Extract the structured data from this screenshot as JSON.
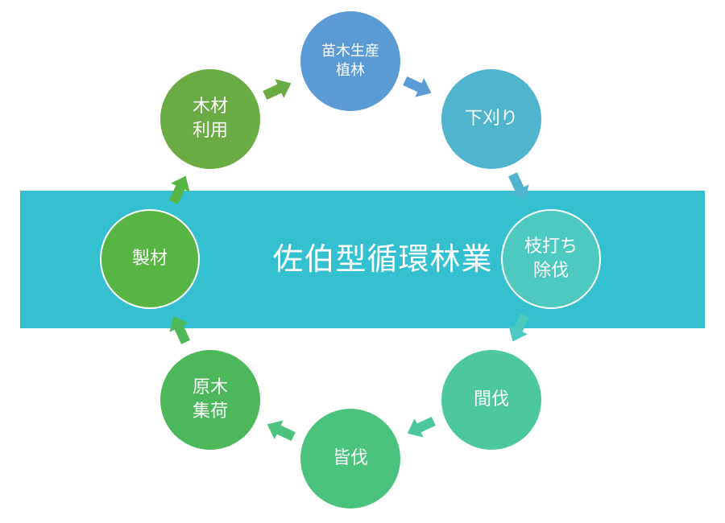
{
  "diagram": {
    "center_title": "佐伯型循環林業",
    "band_color": "#34c0d1",
    "nodes": [
      {
        "label": "苗木生産\n植林",
        "color": "#5b9bd5"
      },
      {
        "label": "下刈り",
        "color": "#50b4ce"
      },
      {
        "label": "枝打ち\n除伐",
        "color": "#4ec9bf"
      },
      {
        "label": "間伐",
        "color": "#4dc7a0"
      },
      {
        "label": "皆伐",
        "color": "#4cc27f"
      },
      {
        "label": "原木\n集荷",
        "color": "#4db85a"
      },
      {
        "label": "製材",
        "color": "#57b544"
      },
      {
        "label": "木材\n利用",
        "color": "#6aac44"
      }
    ],
    "arrows": [
      {
        "color": "#5b9bd5",
        "icon": "arrow-right-icon"
      },
      {
        "color": "#50b4ce",
        "icon": "arrow-right-icon"
      },
      {
        "color": "#4ec9bf",
        "icon": "arrow-right-icon"
      },
      {
        "color": "#4dc7a0",
        "icon": "arrow-right-icon"
      },
      {
        "color": "#4cc27f",
        "icon": "arrow-right-icon"
      },
      {
        "color": "#4db85a",
        "icon": "arrow-right-icon"
      },
      {
        "color": "#57b544",
        "icon": "arrow-right-icon"
      },
      {
        "color": "#6aac44",
        "icon": "arrow-right-icon"
      }
    ]
  }
}
